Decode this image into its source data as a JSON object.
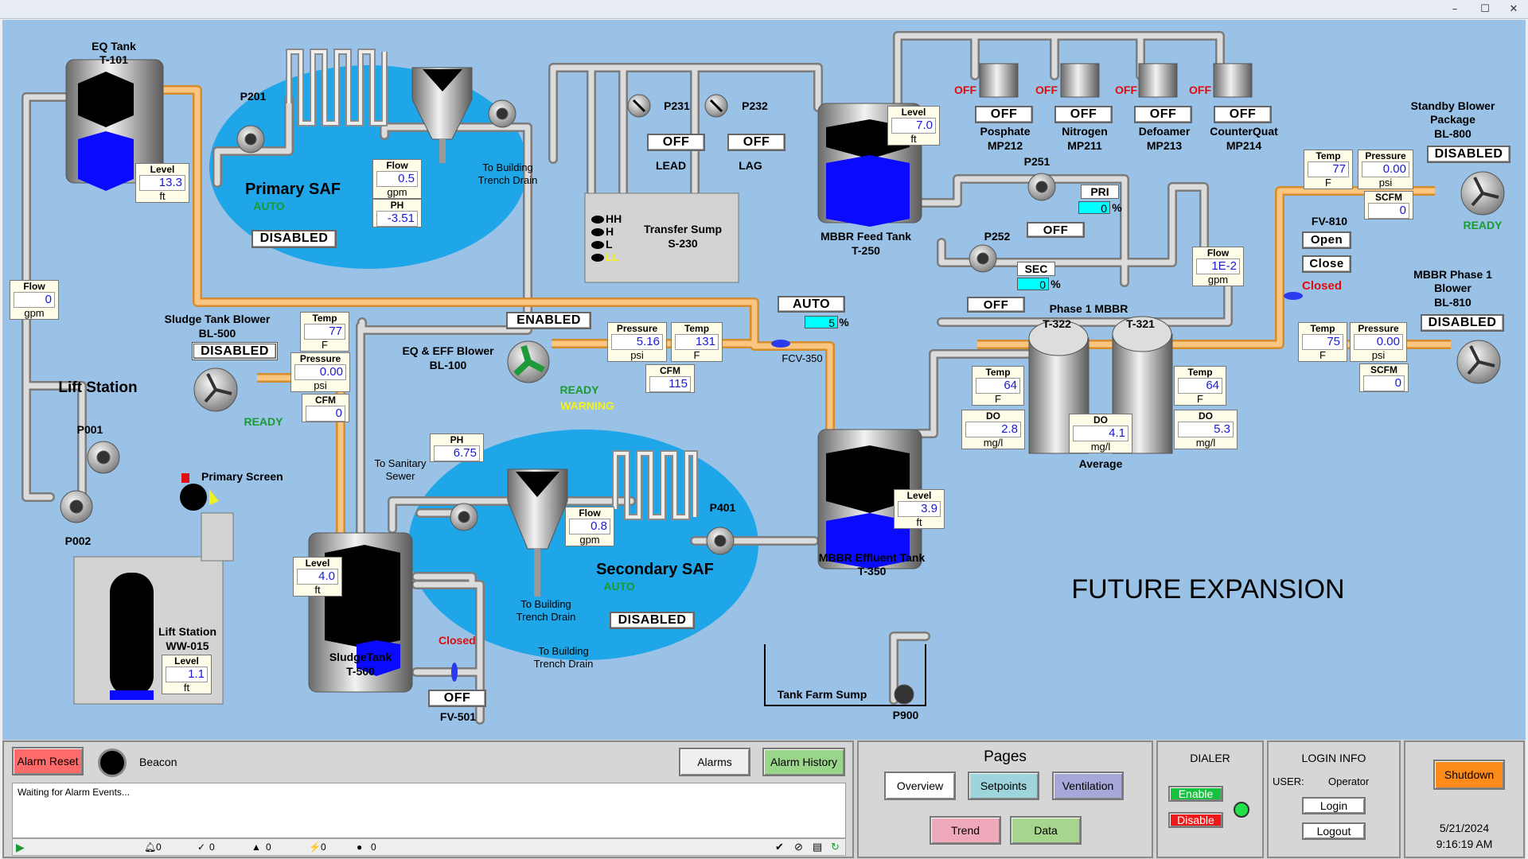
{
  "colors": {
    "background": "#99c2e6",
    "saf_basin": "#1fa6e8",
    "pipe_gray": "#c8c8c8",
    "pipe_orange": "#f6b86a",
    "ready": "#1b9a34",
    "warning": "#f6f21a",
    "alarm": "#e20c0c"
  },
  "window": {
    "minimize": "–",
    "maximize": "☐",
    "close": "✕"
  },
  "eq_tank": {
    "name": "EQ Tank",
    "tag": "T-101",
    "level_label": "Level",
    "level": "13.3",
    "unit": "ft"
  },
  "primary_saf": {
    "name": "Primary SAF",
    "mode": "AUTO",
    "state": "DISABLED",
    "pump": "P201",
    "flow_label": "Flow",
    "flow": "0.5",
    "flow_unit": "gpm",
    "ph_label": "PH",
    "ph": "-3.51",
    "drain": "To Building\nTrench Drain"
  },
  "lead_lag": {
    "p231": "P231",
    "p232": "P232",
    "lead_state": "OFF",
    "lag_state": "OFF",
    "lead": "LEAD",
    "lag": "LAG"
  },
  "transfer_sump": {
    "name": "Transfer Sump",
    "tag": "S-230",
    "hh": "HH",
    "h": "H",
    "l": "L",
    "ll": "LL"
  },
  "mbbr_feed": {
    "name": "MBBR Feed Tank",
    "tag": "T-250",
    "level_label": "Level",
    "level": "7.0",
    "unit": "ft"
  },
  "chem_pumps": [
    {
      "status": "OFF",
      "state": "OFF",
      "name": "Posphate",
      "tag": "MP212"
    },
    {
      "status": "OFF",
      "state": "OFF",
      "name": "Nitrogen",
      "tag": "MP211"
    },
    {
      "status": "OFF",
      "state": "OFF",
      "name": "Defoamer",
      "tag": "MP213"
    },
    {
      "status": "OFF",
      "state": "OFF",
      "name": "CounterQuat",
      "tag": "MP214"
    }
  ],
  "p251": {
    "tag": "P251",
    "role": "PRI",
    "pct": "0",
    "pct_sign": "%"
  },
  "p252": {
    "tag": "P252",
    "role": "SEC",
    "pct": "0",
    "pct_sign": "%",
    "state": "OFF",
    "state2": "OFF"
  },
  "mbbr_flow": {
    "label": "Flow",
    "value": "1E-2",
    "unit": "gpm"
  },
  "standby_blower": {
    "name": "Standby Blower\nPackage",
    "tag": "BL-800",
    "state": "DISABLED",
    "status": "READY",
    "temp_label": "Temp",
    "temp": "77",
    "temp_unit": "F",
    "pressure_label": "Pressure",
    "pressure": "0.00",
    "pressure_unit": "psi",
    "scfm_label": "SCFM",
    "scfm": "0"
  },
  "fv810": {
    "tag": "FV-810",
    "open": "Open",
    "close": "Close",
    "status": "Closed"
  },
  "phase1_blower": {
    "name": "MBBR Phase 1\nBlower",
    "tag": "BL-810",
    "state": "DISABLED",
    "temp_label": "Temp",
    "temp": "75",
    "temp_unit": "F",
    "pressure_label": "Pressure",
    "pressure": "0.00",
    "pressure_unit": "psi",
    "scfm_label": "SCFM",
    "scfm": "0"
  },
  "phase1_mbbr": {
    "name": "Phase 1 MBBR",
    "t322": "T-322",
    "t321": "T-321",
    "temp_label": "Temp",
    "temp_a": "64",
    "temp_b": "64",
    "temp_unit": "F",
    "do_label": "DO",
    "do_a": "2.8",
    "do_avg": "4.1",
    "do_b": "5.3",
    "do_unit": "mg/l",
    "average": "Average"
  },
  "flow_left": {
    "label": "Flow",
    "value": "0",
    "unit": "gpm"
  },
  "sludge_blower": {
    "name": "Sludge Tank Blower",
    "tag": "BL-500",
    "state": "DISABLED",
    "status": "READY",
    "temp_label": "Temp",
    "temp": "77",
    "temp_unit": "F",
    "pressure_label": "Pressure",
    "pressure": "0.00",
    "pressure_unit": "psi",
    "cfm_label": "CFM",
    "cfm": "0"
  },
  "eq_blower": {
    "name": "EQ & EFF Blower",
    "tag": "BL-100",
    "state": "ENABLED",
    "status": "READY",
    "warning": "WARNING",
    "pressure_label": "Pressure",
    "pressure": "5.16",
    "pressure_unit": "psi",
    "temp_label": "Temp",
    "temp": "131",
    "temp_unit": "F",
    "cfm_label": "CFM",
    "cfm": "115"
  },
  "fcv350": {
    "tag": "FCV-350",
    "mode": "AUTO",
    "pct": "5",
    "pct_sign": "%"
  },
  "lift_station": {
    "label": "Lift Station",
    "p001": "P001",
    "p002": "P002",
    "screen": "Primary Screen",
    "wet_well": "Lift Station\nWW-015",
    "level_label": "Level",
    "level": "1.1",
    "unit": "ft"
  },
  "secondary_saf": {
    "name": "Secondary SAF",
    "mode": "AUTO",
    "state": "DISABLED",
    "ph_label": "PH",
    "ph": "6.75",
    "sanitary": "To Sanitary\nSewer",
    "flow_label": "Flow",
    "flow": "0.8",
    "flow_unit": "gpm",
    "pump": "P401",
    "drain": "To Building\nTrench Drain"
  },
  "sludge_tank": {
    "name": "SludgeTank",
    "tag": "T-500",
    "level_label": "Level",
    "level": "4.0",
    "unit": "ft",
    "valve_status": "Closed",
    "drain": "To Building\nTrench Drain",
    "fv_state": "OFF",
    "fv_tag": "FV-501"
  },
  "mbbr_effluent": {
    "name": "MBBR Effluent Tank",
    "tag": "T-350",
    "level_label": "Level",
    "level": "3.9",
    "unit": "ft"
  },
  "tank_farm": {
    "name": "Tank Farm Sump",
    "pump": "P900"
  },
  "future": "FUTURE EXPANSION",
  "alarm_bar": {
    "reset": "Alarm Reset",
    "beacon": "Beacon",
    "alarms": "Alarms",
    "history": "Alarm History",
    "events": "Waiting for Alarm Events...",
    "counts": [
      "0",
      "0",
      "0",
      "0",
      "0"
    ]
  },
  "pages": {
    "title": "Pages",
    "overview": "Overview",
    "setpoints": "Setpoints",
    "ventilation": "Ventilation",
    "trend": "Trend",
    "data": "Data"
  },
  "dialer": {
    "title": "DIALER",
    "enable": "Enable",
    "disable": "Disable"
  },
  "login": {
    "title": "LOGIN INFO",
    "user_label": "USER:",
    "user": "Operator",
    "login": "Login",
    "logout": "Logout"
  },
  "system": {
    "shutdown": "Shutdown",
    "date": "5/21/2024",
    "time": "9:16:19 AM"
  }
}
